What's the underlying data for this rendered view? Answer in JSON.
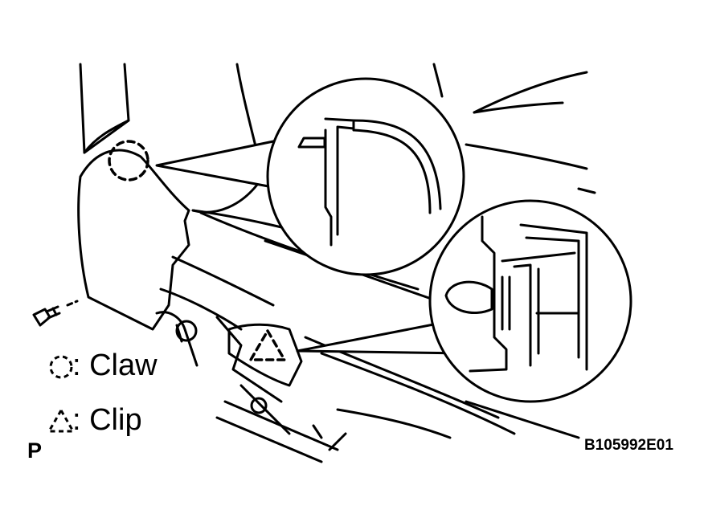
{
  "legend": {
    "claw": {
      "label": ": Claw",
      "symbol": "dashed-circle"
    },
    "clip": {
      "label": ": Clip",
      "symbol": "dashed-triangle"
    }
  },
  "view_marker": "P",
  "figure_code": "B105992E01",
  "colors": {
    "line": "#000000",
    "background": "#ffffff"
  }
}
